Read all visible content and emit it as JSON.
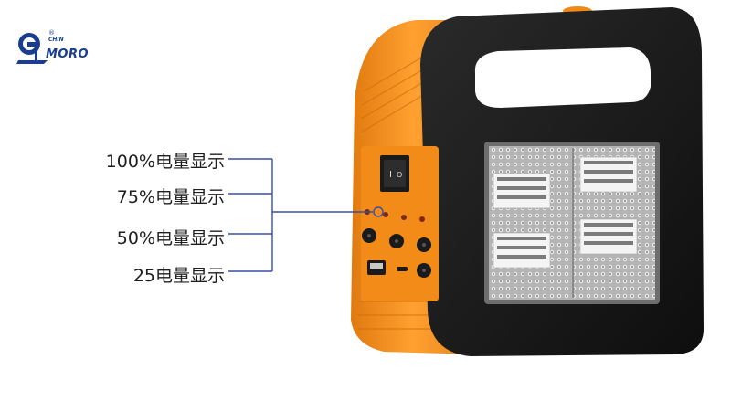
{
  "logo": {
    "brand_small": "CHIN",
    "brand_main": "MORO",
    "registered": "®"
  },
  "callouts": [
    {
      "label": "100%电量显示"
    },
    {
      "label": "75%电量显示"
    },
    {
      "label": "50%电量显示"
    },
    {
      "label": "25电量显示"
    }
  ],
  "switch": {
    "on_symbol": "I",
    "off_symbol": "O"
  },
  "colors": {
    "body_orange": "#f7931e",
    "body_black": "#1b1b1b",
    "callout_line": "#3a4da8",
    "logo_blue": "#1a3d8f"
  }
}
